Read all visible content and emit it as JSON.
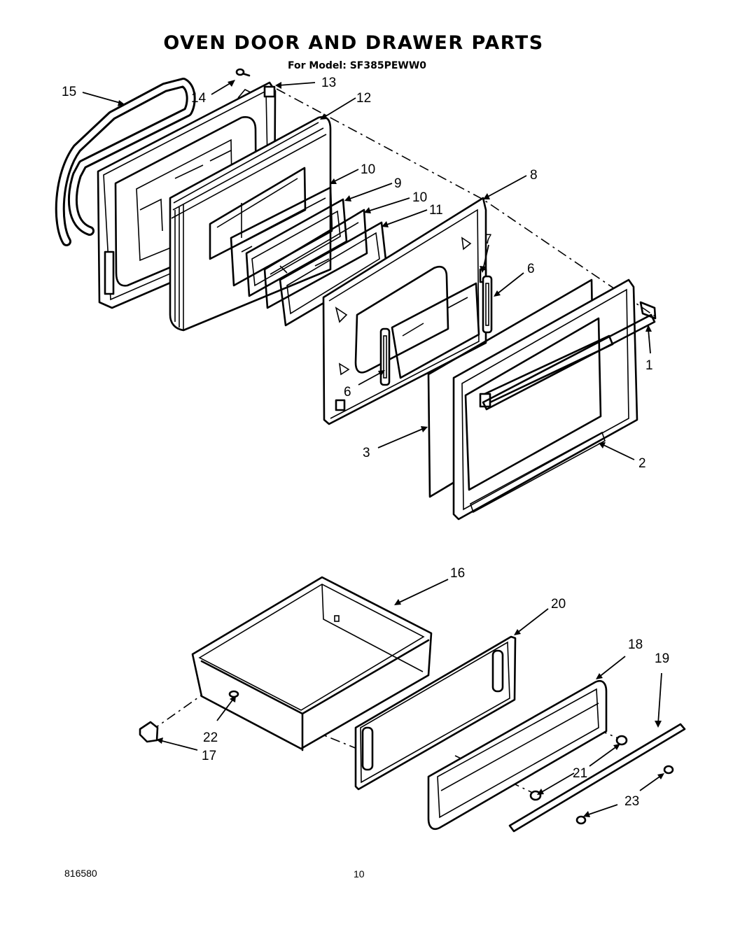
{
  "title": "OVEN DOOR AND DRAWER PARTS",
  "model_line": "For Model: SF385PEWW0",
  "doc_number": "816580",
  "page_number": "10",
  "callouts": {
    "c1": "1",
    "c2": "2",
    "c3": "3",
    "c6a": "6",
    "c6b": "6",
    "c7": "7",
    "c8": "8",
    "c9": "9",
    "c10a": "10",
    "c10b": "10",
    "c11": "11",
    "c12": "12",
    "c13": "13",
    "c14": "14",
    "c15": "15",
    "c16": "16",
    "c17": "17",
    "c18": "18",
    "c19": "19",
    "c20": "20",
    "c21": "21",
    "c22": "22",
    "c23": "23"
  }
}
